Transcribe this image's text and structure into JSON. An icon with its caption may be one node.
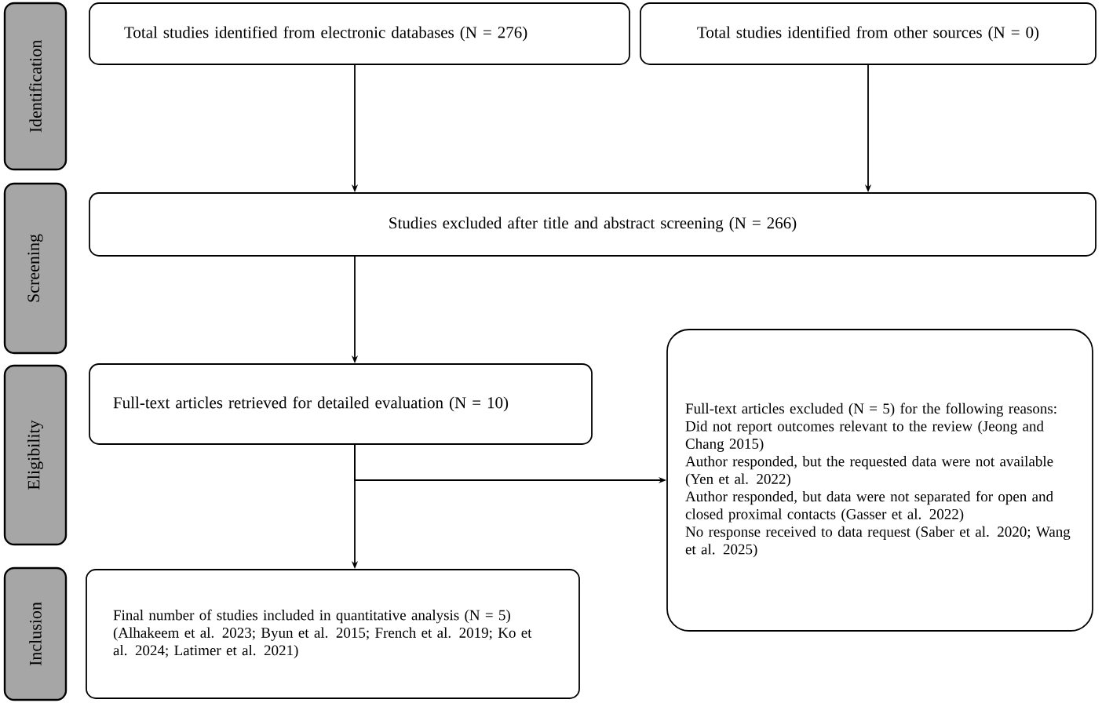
{
  "diagram": {
    "nodes": [
      {
        "text": [
          "Identification"
        ]
      },
      {
        "text": [
          "Screening"
        ]
      },
      {
        "text": [
          "Eligibility"
        ]
      },
      {
        "text": [
          "Inclusion"
        ]
      },
      {
        "text": [
          "Total studies identified from electronic databases (N = 276)"
        ]
      },
      {
        "text": [
          "Total studies identified from other sources (N = 0)"
        ]
      },
      {
        "text": [
          "Studies excluded after title and abstract screening (N = 266)"
        ]
      },
      {
        "text": [
          "Full-text articles retrieved for detailed evaluation (N = 10)"
        ]
      },
      {
        "text": [
          "Full-text articles excluded (N = 5) for the following reasons:",
          "Did not report outcomes relevant to the review (Jeong and Chang 2015)",
          "Author responded, but the requested data were not available (Yen et al. 2022)",
          "Author responded, but data were not separated for open and closed proximal contacts (Gasser et al. 2022)",
          "No response received to data request (Saber et al. 2020; Wang et al. 2025)"
        ]
      },
      {
        "text": [
          "Final number of studies included in quantitative analysis (N = 5) (Alhakeem et al. 2023; Byun et al. 2015; French et al. 2019; Ko et al. 2024; Latimer et al. 2021)"
        ]
      }
    ],
    "edges": [
      {
        "from": 4,
        "to": 6,
        "arrow": "to"
      },
      {
        "from": 5,
        "to": 6,
        "arrow": "to"
      },
      {
        "from": 6,
        "to": 7,
        "arrow": "to"
      },
      {
        "from": 7,
        "to": 9,
        "arrow": "to"
      },
      {
        "from": 7,
        "to": 8,
        "arrow": "to"
      }
    ]
  }
}
